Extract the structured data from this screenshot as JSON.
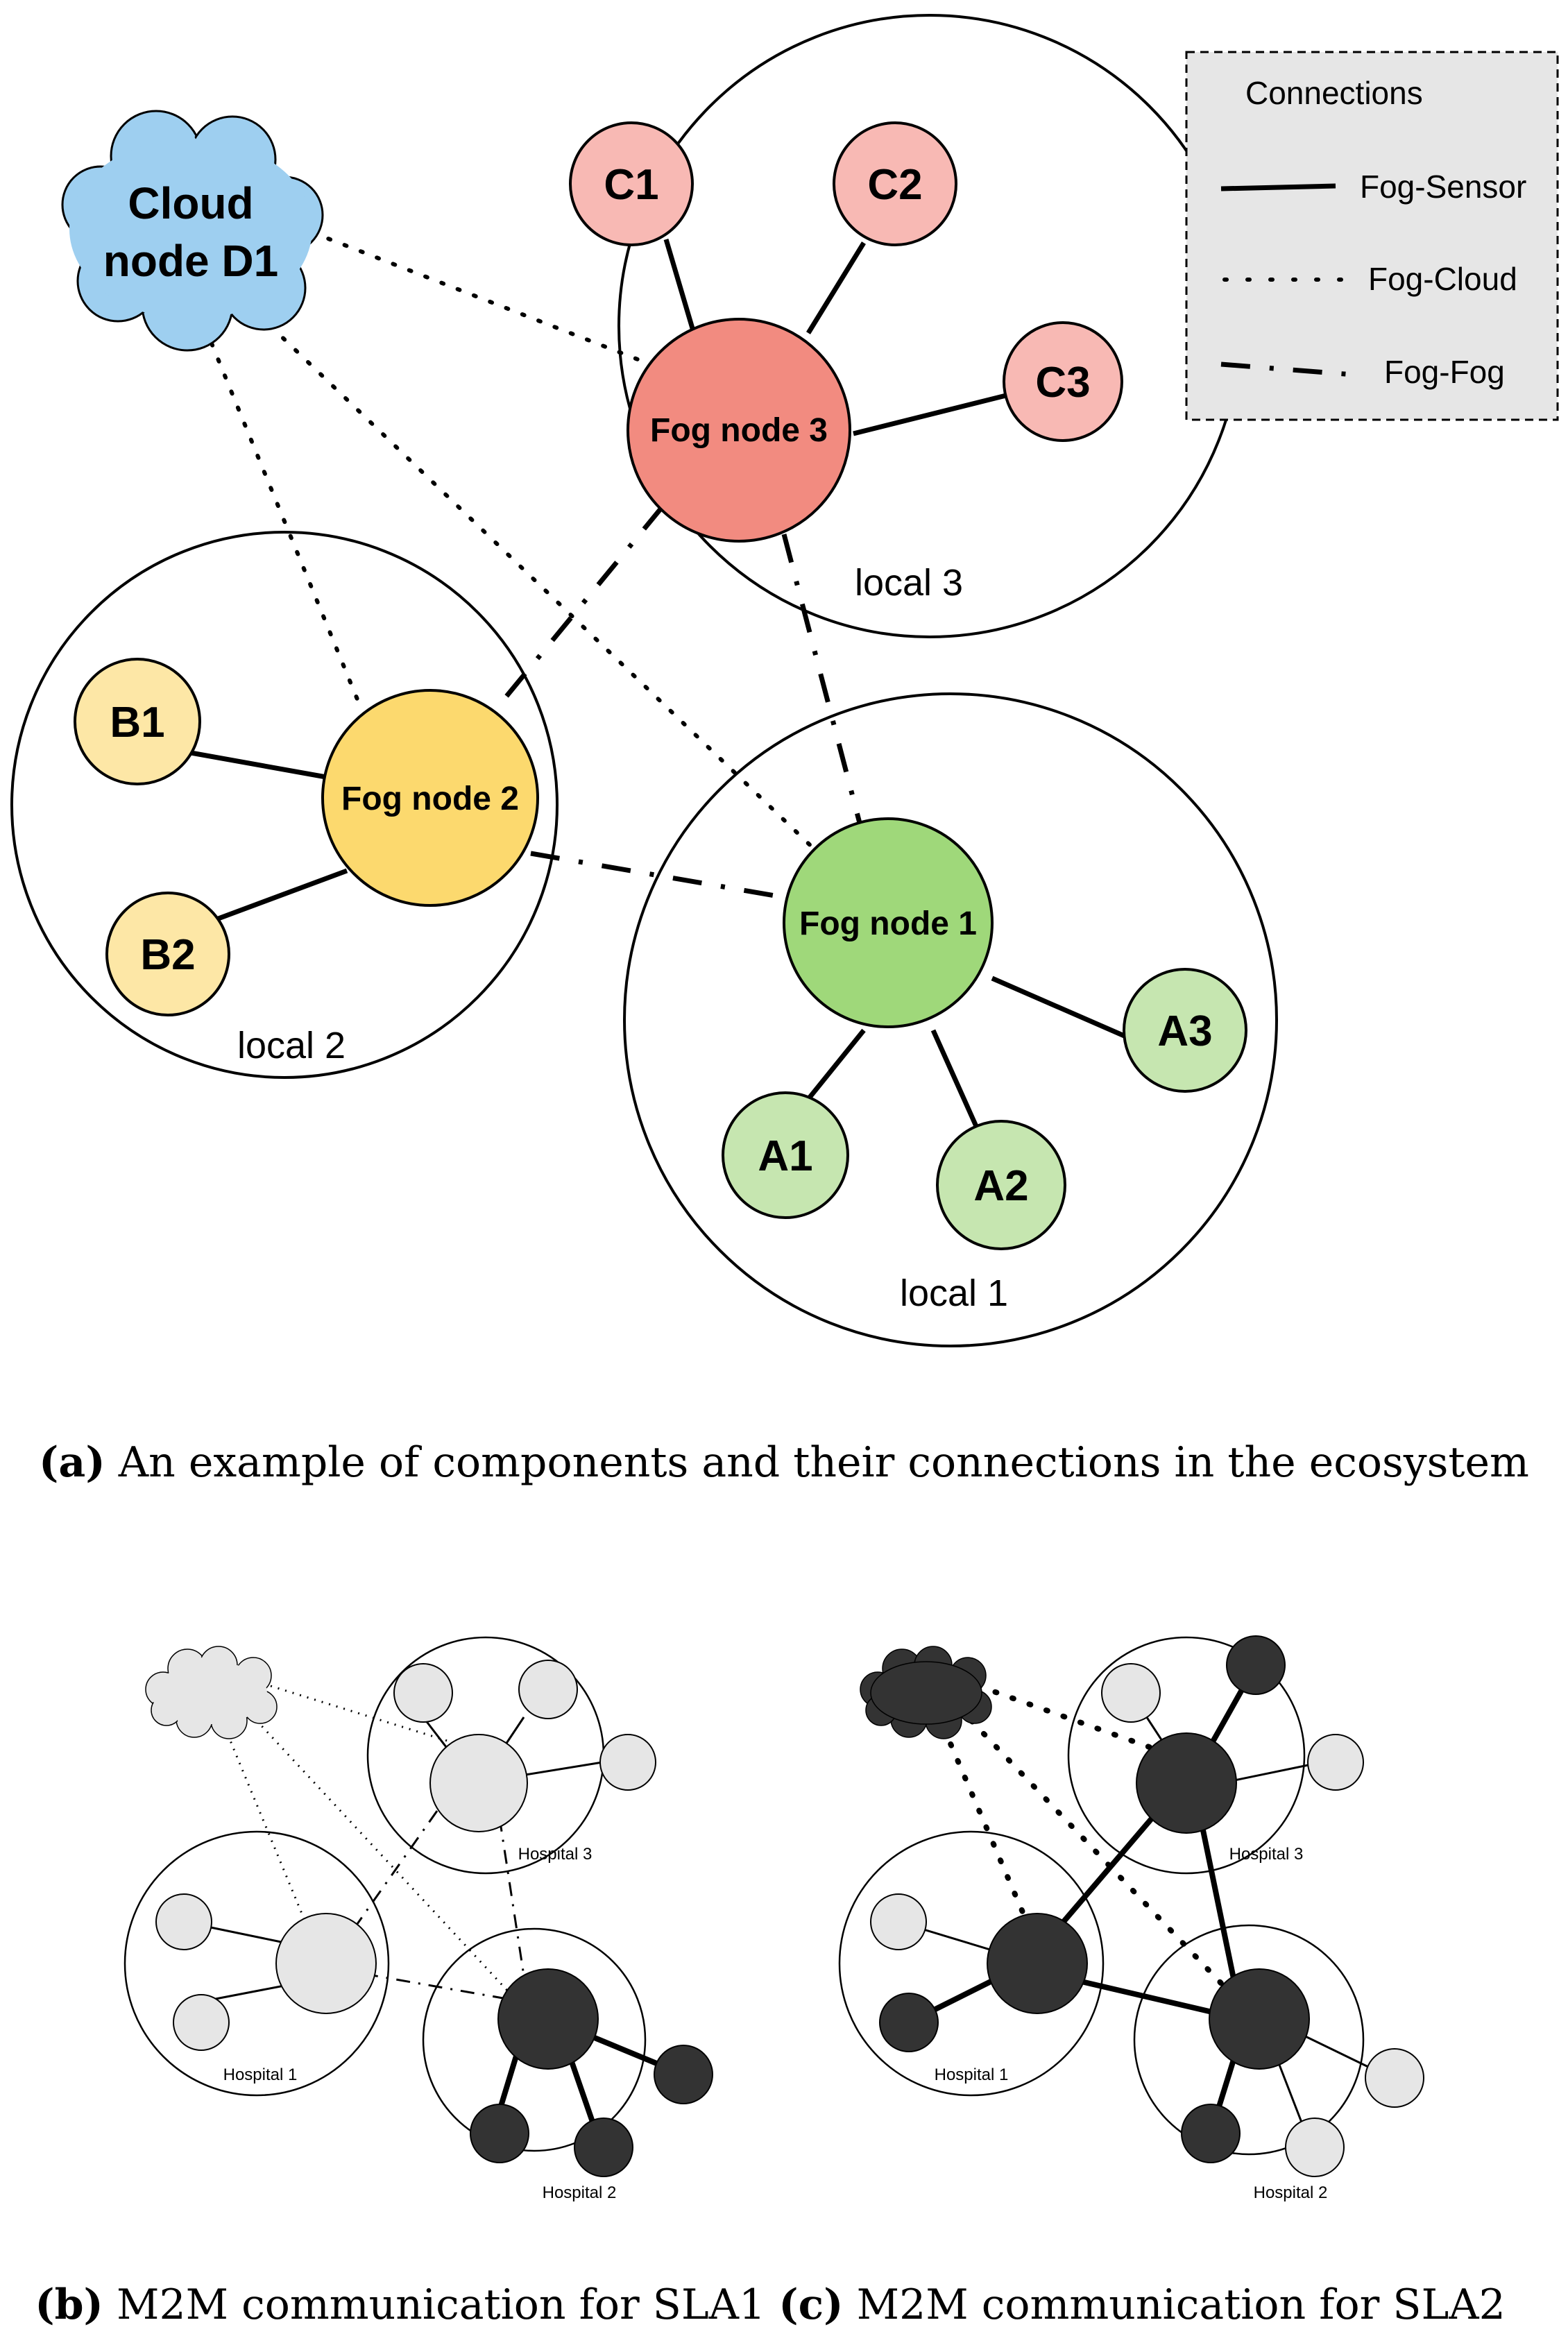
{
  "figure_a": {
    "cloud_label_line1": "Cloud",
    "cloud_label_line2": "node D1",
    "nodes": {
      "fog1": "Fog node 1",
      "fog2": "Fog node 2",
      "fog3": "Fog node 3",
      "a1": "A1",
      "a2": "A2",
      "a3": "A3",
      "b1": "B1",
      "b2": "B2",
      "c1": "C1",
      "c2": "C2",
      "c3": "C3"
    },
    "regions": {
      "local1": "local 1",
      "local2": "local 2",
      "local3": "local 3"
    },
    "legend": {
      "title": "Connections",
      "fog_sensor": "Fog-Sensor",
      "fog_cloud": "Fog-Cloud",
      "fog_fog": "Fog-Fog"
    },
    "colors": {
      "cloud": "#9ecff0",
      "fog3": "#f28b80",
      "sensor_c": "#f8b9b4",
      "fog2": "#fcd96e",
      "sensor_b": "#fde7a6",
      "fog1": "#9fd87a",
      "sensor_a": "#c6e6b0",
      "legend_bg": "#e6e6e6"
    },
    "caption_prefix": "(a)",
    "caption_text": " An example of components and their connections in the ecosystem"
  },
  "figure_b": {
    "hospital1": "Hospital 1",
    "hospital2": "Hospital 2",
    "hospital3": "Hospital 3",
    "caption_prefix": "(b)",
    "caption_text": " M2M communication for SLA1"
  },
  "figure_c": {
    "hospital1": "Hospital 1",
    "hospital2": "Hospital 2",
    "hospital3": "Hospital 3",
    "caption_prefix": "(c)",
    "caption_text": " M2M communication for SLA2"
  },
  "shade_colors": {
    "light": "#e6e6e6",
    "dark": "#333333"
  }
}
